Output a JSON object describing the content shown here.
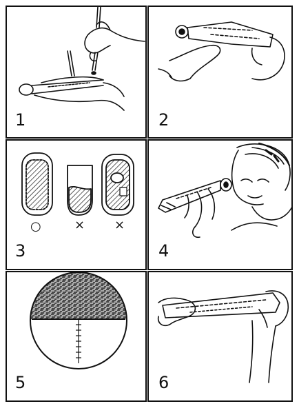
{
  "steps": [
    {
      "number": "1"
    },
    {
      "number": "2"
    },
    {
      "number": "3",
      "marks": [
        "○",
        "×",
        "×"
      ]
    },
    {
      "number": "4"
    },
    {
      "number": "5"
    },
    {
      "number": "6"
    }
  ],
  "colors": {
    "ink": "#111111",
    "paper": "#ffffff"
  }
}
